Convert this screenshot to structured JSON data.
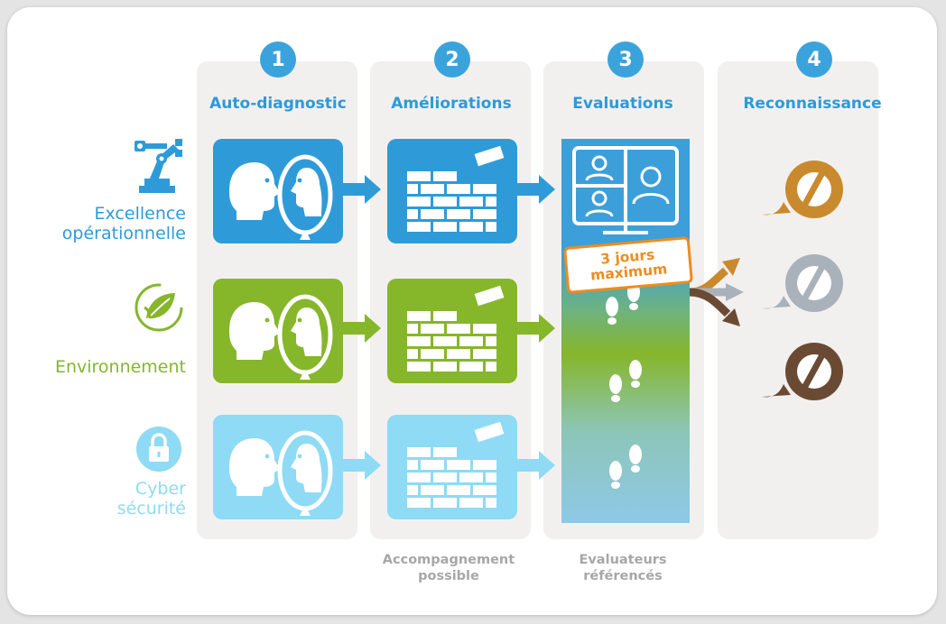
{
  "steps": [
    {
      "number": "1",
      "title": "Auto-diagnostic"
    },
    {
      "number": "2",
      "title": "Améliorations"
    },
    {
      "number": "3",
      "title": "Evaluations"
    },
    {
      "number": "4",
      "title": "Reconnaissance"
    }
  ],
  "categories": {
    "excellence": {
      "line1": "Excellence",
      "line2": "opérationnelle",
      "color": "#2e9bd8",
      "icon": "robot-arm-icon"
    },
    "environnement": {
      "label": "Environnement",
      "color": "#86b62a",
      "icon": "leaf-icon"
    },
    "cyber": {
      "line1": "Cyber",
      "line2": "sécurité",
      "color": "#8fdaf4",
      "icon": "padlock-icon"
    }
  },
  "badge": {
    "line1": "3 jours",
    "line2": "maximum",
    "color": "#ee8c1d"
  },
  "footnotes": {
    "accompagnement": {
      "line1": "Accompagnement",
      "line2": "possible"
    },
    "evaluateurs": {
      "line1": "Evaluateurs",
      "line2": "référencés"
    }
  },
  "recognition_colors": [
    "#c98a2e",
    "#a9b2ba",
    "#6b4a34"
  ],
  "icons": [
    "head-mirror-icon",
    "brick-wall-icon",
    "video-call-icon",
    "footprints-icon",
    "medal-icon",
    "arrow-right-icon"
  ]
}
